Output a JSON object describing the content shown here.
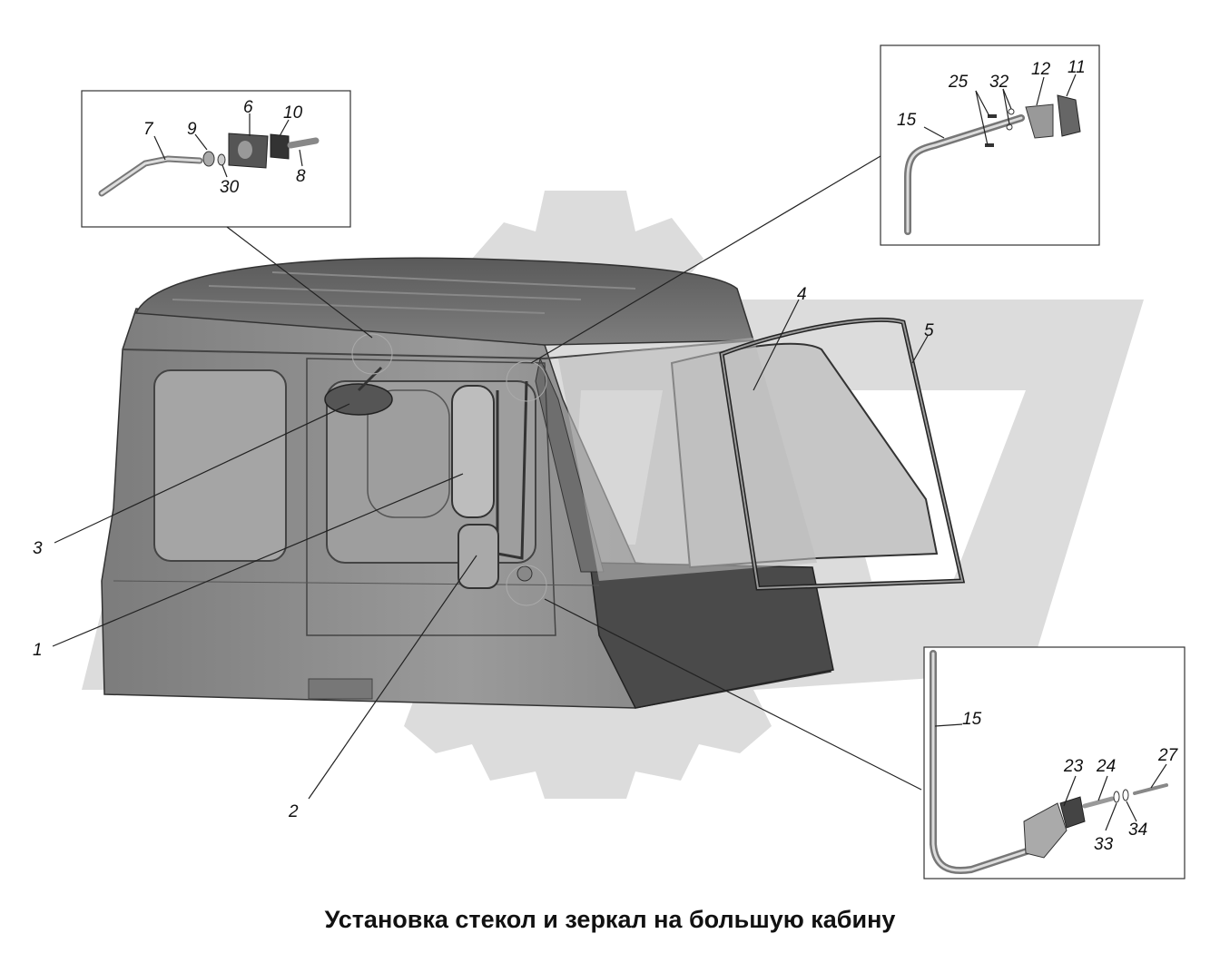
{
  "caption": "Установка стекол и зеркал на большую кабину",
  "callouts": {
    "c1": "1",
    "c2": "2",
    "c3": "3",
    "c4": "4",
    "c5": "5",
    "c7": "7",
    "c9": "9",
    "c6": "6",
    "c10": "10",
    "c8": "8",
    "c30": "30",
    "c25": "25",
    "c32": "32",
    "c12": "12",
    "c11": "11",
    "c15a": "15",
    "c15b": "15",
    "c23": "23",
    "c24": "24",
    "c27": "27",
    "c33": "33",
    "c34": "34"
  },
  "colors": {
    "watermark": "#d8d8d8",
    "cab_body": "#8d8d8d",
    "cab_roof": "#6a6a6a",
    "cab_front": "#4a4a4a",
    "glass": "#c9c9c9"
  }
}
